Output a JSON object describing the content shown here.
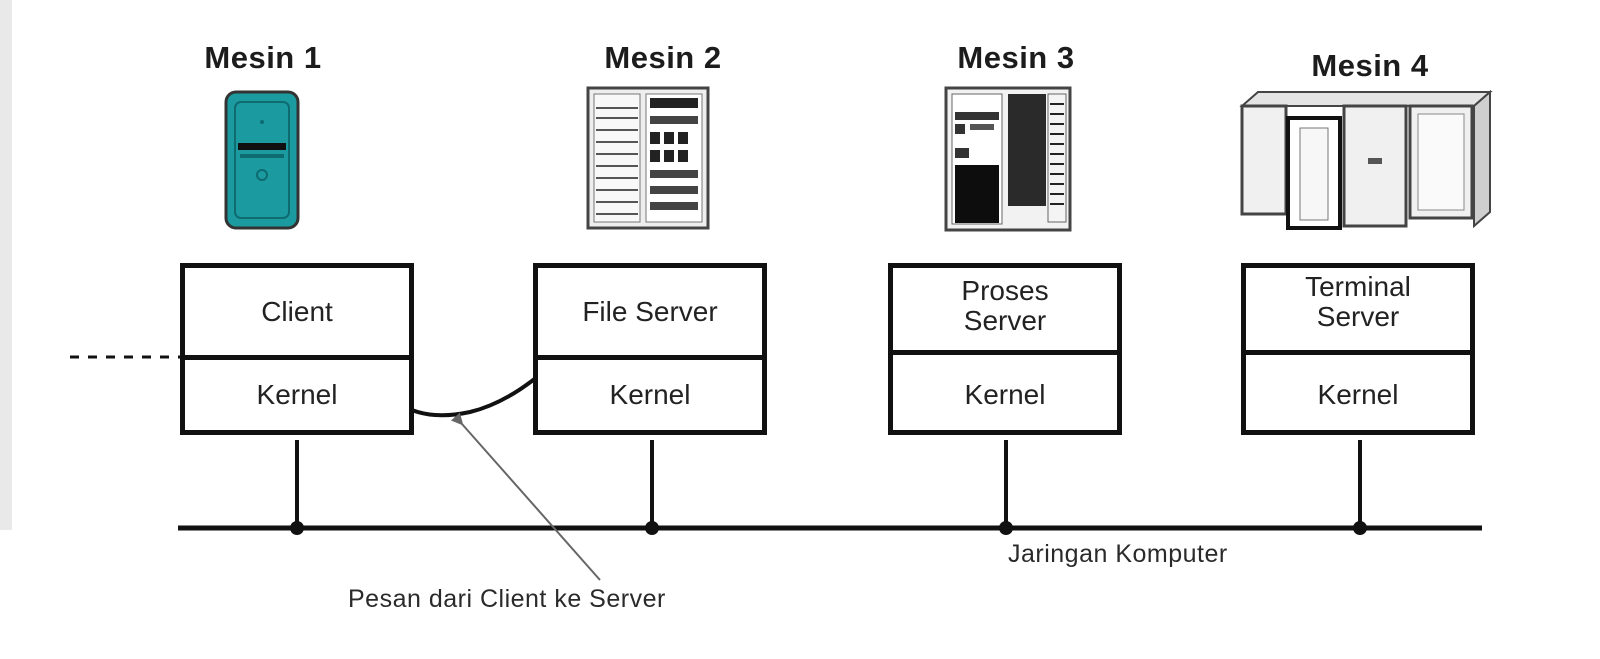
{
  "machines": [
    {
      "title": "Mesin 1",
      "process": "Client",
      "kernel": "Kernel",
      "icon": "tower-pc-icon"
    },
    {
      "title": "Mesin 2",
      "process": "File Server",
      "kernel": "Kernel",
      "icon": "file-server-icon"
    },
    {
      "title": "Mesin 3",
      "process": "Proses\nServer",
      "kernel": "Kernel",
      "icon": "process-server-icon"
    },
    {
      "title": "Mesin 4",
      "process": "Terminal\nServer",
      "kernel": "Kernel",
      "icon": "terminal-server-icon"
    }
  ],
  "network_label": "Jaringan Komputer",
  "message_label": "Pesan dari Client ke Server",
  "colors": {
    "line": "#111111",
    "pc_teal": "#1b9aa0"
  }
}
